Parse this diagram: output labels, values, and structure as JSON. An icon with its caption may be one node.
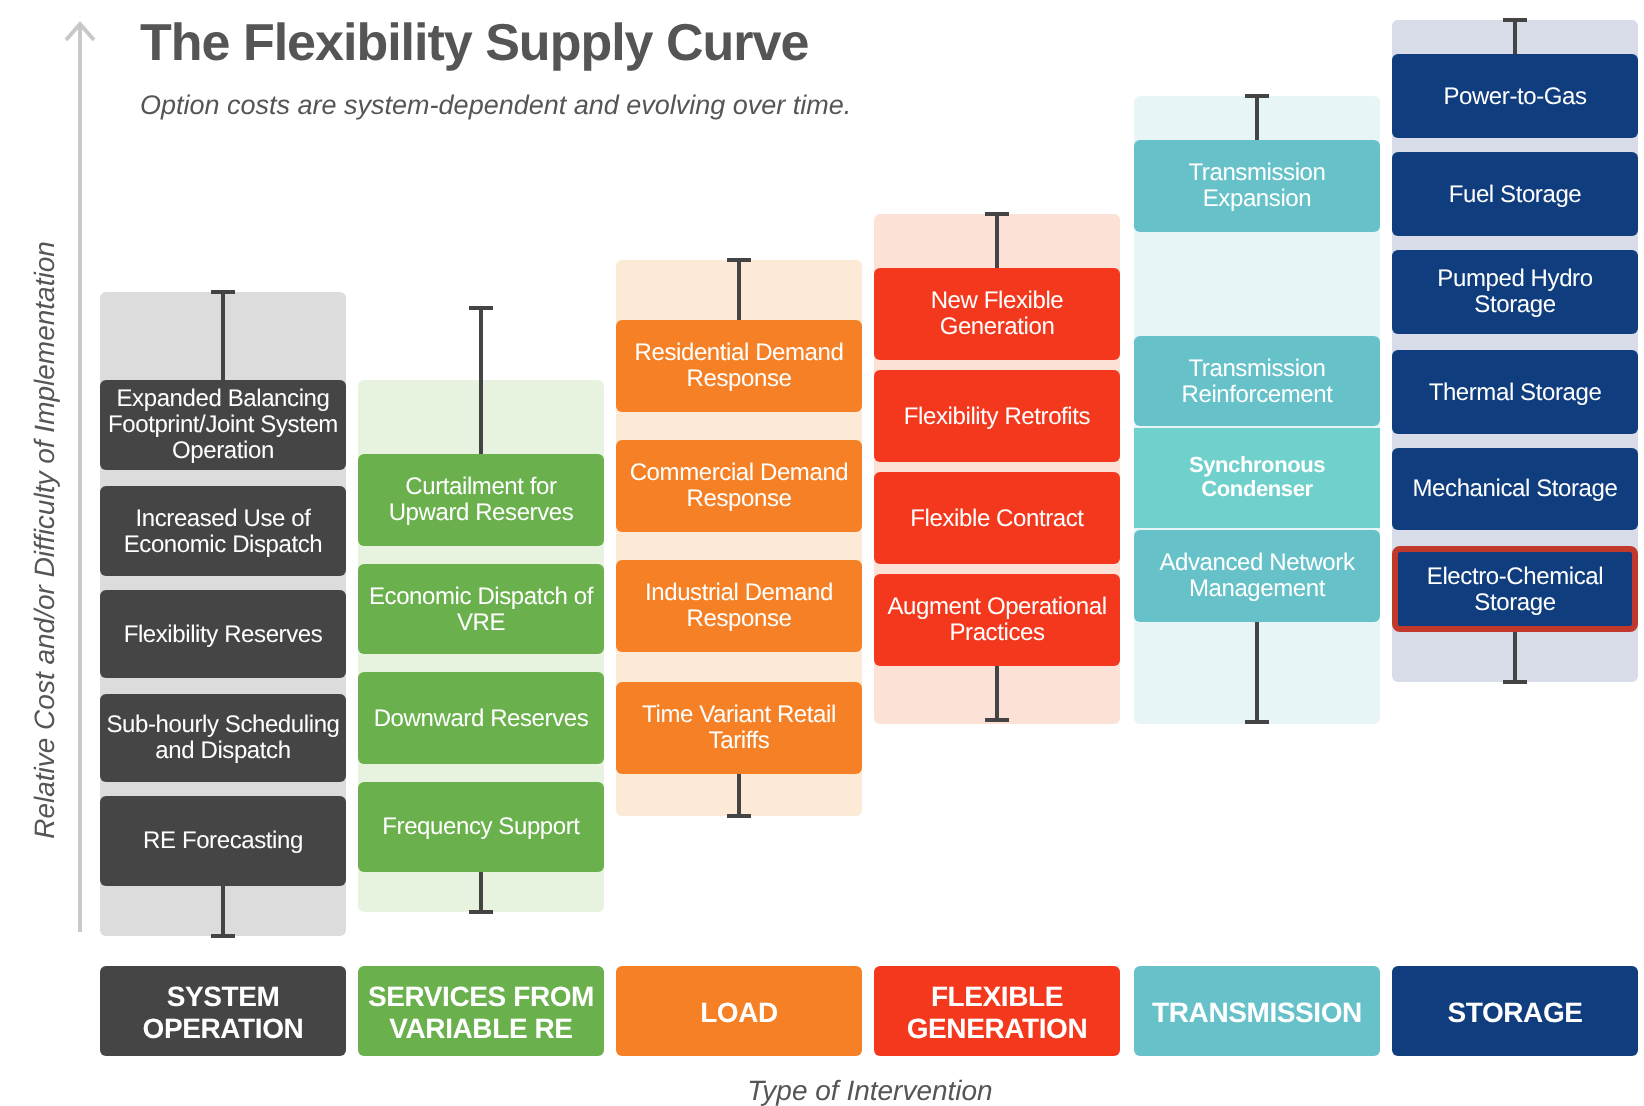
{
  "diagram": {
    "title": "The Flexibility Supply Curve",
    "nodes": [
      {
        "text": [
          "Expanded Balancing Footprint/Joint System Operation"
        ]
      },
      {
        "text": [
          "Increased Use of Economic Dispatch"
        ]
      },
      {
        "text": [
          "Flexibility Reserves"
        ]
      },
      {
        "text": [
          "Sub-hourly Scheduling and Dispatch"
        ]
      },
      {
        "text": [
          "RE Forecasting"
        ]
      },
      {
        "text": [
          "Curtailment for Upward Reserves"
        ]
      },
      {
        "text": [
          "Economic Dispatch of VRE"
        ]
      },
      {
        "text": [
          "Downward Reserves"
        ]
      },
      {
        "text": [
          "Frequency Support"
        ]
      },
      {
        "text": [
          "Residential Demand Response"
        ]
      },
      {
        "text": [
          "Commercial Demand Response"
        ]
      },
      {
        "text": [
          "Industrial Demand Response"
        ]
      },
      {
        "text": [
          "Time Variant Retail Tariffs"
        ]
      },
      {
        "text": [
          "New Flexible Generation"
        ]
      },
      {
        "text": [
          "Flexibility Retrofits"
        ]
      },
      {
        "text": [
          "Flexible Contract"
        ]
      },
      {
        "text": [
          "Augment Operational Practices"
        ]
      },
      {
        "text": [
          "Transmission Expansion"
        ]
      },
      {
        "text": [
          "Transmission Reinforcement"
        ]
      },
      {
        "text": [
          "Synchronous Condenser"
        ]
      },
      {
        "text": [
          "Advanced Network Management"
        ]
      },
      {
        "text": [
          "Power-to-Gas"
        ]
      },
      {
        "text": [
          "Fuel Storage"
        ]
      },
      {
        "text": [
          "Pumped Hydro Storage"
        ]
      },
      {
        "text": [
          "Thermal Storage"
        ]
      },
      {
        "text": [
          "Mechanical Storage"
        ]
      },
      {
        "text": [
          "Electro-Chemical Storage"
        ]
      },
      {
        "text": [
          "SYSTEM OPERATION"
        ]
      },
      {
        "text": [
          "SERVICES FROM VARIABLE RE"
        ]
      },
      {
        "text": [
          "LOAD"
        ]
      },
      {
        "text": [
          "FLEXIBLE GENERATION"
        ]
      },
      {
        "text": [
          "TRANSMISSION"
        ]
      },
      {
        "text": [
          "STORAGE"
        ]
      }
    ],
    "labels": [
      "Option costs are system-dependent  and evolving over time.",
      "Relative Cost and/or Difficulty of Implementation",
      "Type of Intervention"
    ]
  }
}
